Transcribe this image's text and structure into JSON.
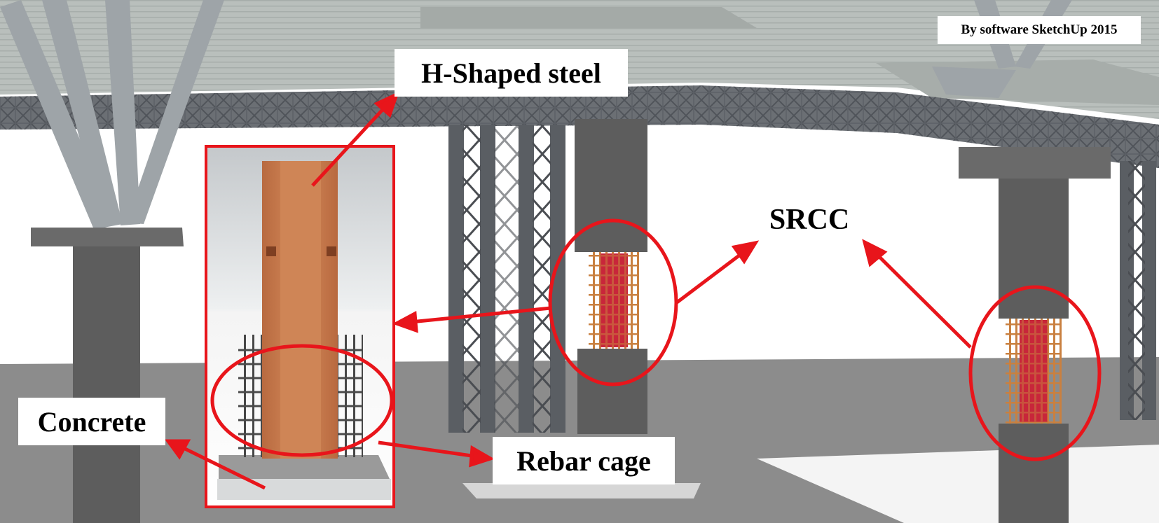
{
  "labels": {
    "credit": "By software SketchUp 2015",
    "h_shaped_steel": "H-Shaped steel",
    "srcc": "SRCC",
    "concrete": "Concrete",
    "rebar_cage": "Rebar cage"
  },
  "colors": {
    "annotation": "#e8151b",
    "concrete": "#5f5f5f",
    "steel_core": "#c8263a",
    "h_steel": "#c9774a",
    "ground": "#8a8a8a",
    "truss": "#4e5258"
  }
}
